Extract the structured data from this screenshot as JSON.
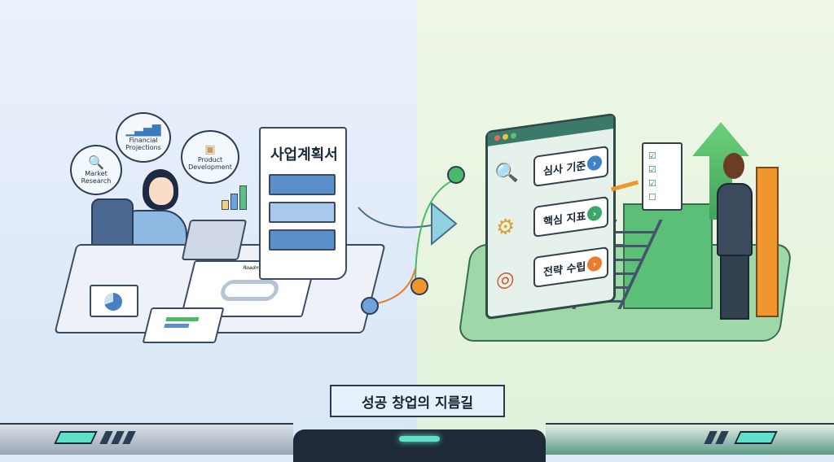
{
  "bubbles": [
    {
      "label": "Market Research",
      "icon": "magnifier-icon"
    },
    {
      "label": "Financial Projections",
      "icon": "bar-chart-icon"
    },
    {
      "label": "Product Development",
      "icon": "box-gears-icon"
    }
  ],
  "business_plan": {
    "title": "사업계획서"
  },
  "roadmap": {
    "label": "Roadmap"
  },
  "checklist_panel": {
    "items": [
      {
        "label": "심사 기준",
        "icon": "magnifier-icon",
        "color": "#3f82c9"
      },
      {
        "label": "핵심 지표",
        "icon": "gears-icon",
        "color": "#3aa86b"
      },
      {
        "label": "전략 수립",
        "icon": "target-icon",
        "color": "#ee7a2c"
      }
    ]
  },
  "banner": {
    "title": "성공 창업의 지름길"
  },
  "colors": {
    "left_bg": "#e3edf9",
    "right_bg": "#e8f5e1",
    "accent_green": "#4cb86a",
    "accent_orange": "#f0962e",
    "accent_teal": "#5fe0c8"
  }
}
